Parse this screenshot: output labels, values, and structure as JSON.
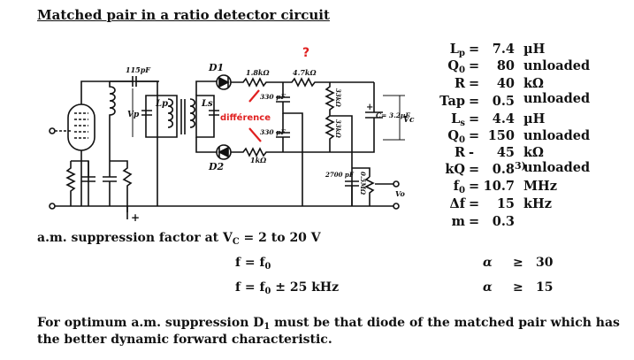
{
  "title": "Matched pair in a ratio detector circuit",
  "circuit": {
    "labels": {
      "coupling_cap": "115pF",
      "d1": "D1",
      "d2": "D2",
      "r_top": "1.8kΩ",
      "r_series": "4.7kΩ",
      "r_bottom": "1kΩ",
      "cap_top": "330 pF",
      "cap_bottom": "330 pF",
      "lp": "Lp",
      "ls": "Ls",
      "vp": "Vp",
      "c_big": "C= 3.2µF",
      "vc": "Vc",
      "r_div_top": "33kΩ",
      "r_div_bottom": "33kΩ",
      "cap_out": "2700 pF",
      "pot": "0.5MΩ",
      "vo": "Vo",
      "plus": "+",
      "c_plus": "+"
    },
    "annotations": {
      "question": "?",
      "difference": "différence",
      "color": "#e02020"
    }
  },
  "params": [
    {
      "sym": "L",
      "sub": "p",
      "eq": "=",
      "val": "7.4",
      "unit": "µH"
    },
    {
      "sym": "Q",
      "sub": "0",
      "eq": "=",
      "val": "80",
      "unit": "unloaded"
    },
    {
      "sym": "R",
      "sub": "",
      "eq": "=",
      "val": "40",
      "unit": "kΩ unloaded"
    },
    {
      "sym": "Tap",
      "sub": "",
      "eq": "=",
      "val": "0.5",
      "unit": ""
    },
    {
      "sym": "L",
      "sub": "s",
      "eq": "=",
      "val": "4.4",
      "unit": "µH"
    },
    {
      "sym": "Q",
      "sub": "0",
      "eq": "=",
      "val": "150",
      "unit": "unloaded"
    },
    {
      "sym": "R",
      "sub": "",
      "eq": "-",
      "val": "45",
      "unit": "kΩ unloaded"
    },
    {
      "sym": "kQ",
      "sub": "",
      "eq": "=",
      "val": "0.8",
      "note": "3)",
      "unit": ""
    },
    {
      "sym": "f",
      "sub": "0",
      "eq": "=",
      "val": "10.7",
      "unit": "MHz"
    },
    {
      "sym": "Δf",
      "sub": "",
      "eq": "=",
      "val": "15",
      "unit": "kHz"
    },
    {
      "sym": "m",
      "sub": "",
      "eq": "=",
      "val": "0.3",
      "unit": ""
    }
  ],
  "suppression": {
    "heading_pre": "a.m. suppression factor at V",
    "heading_sub": "C",
    "heading_post": " = 2 to 20 V",
    "rows": [
      {
        "cond_pre": "f = f",
        "cond_sub": "0",
        "cond_post": "",
        "alpha": "α",
        "op": "≥",
        "value": "30"
      },
      {
        "cond_pre": "f = f",
        "cond_sub": "0",
        "cond_post": " ± 25 kHz",
        "alpha": "α",
        "op": "≥",
        "value": "15"
      }
    ]
  },
  "footnote": {
    "line1_pre": "For optimum a.m. suppression D",
    "line1_sub": "1",
    "line1_post": " must be that diode of the matched pair which has",
    "line2": "the better dynamic forward characteristic."
  }
}
